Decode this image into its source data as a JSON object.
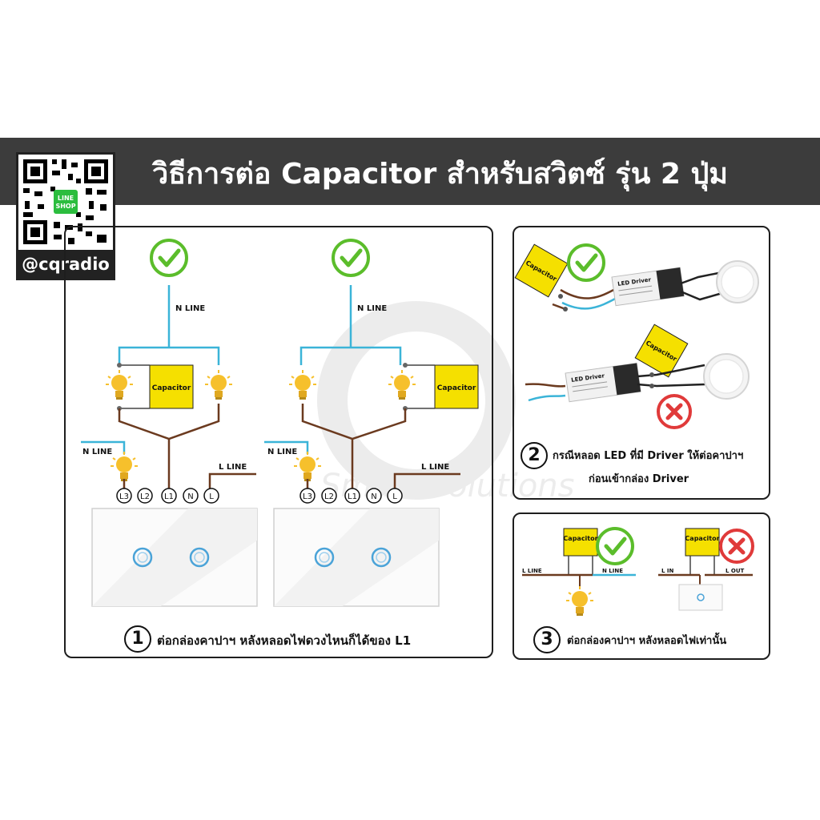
{
  "header": {
    "title": "วิธีการต่อ Capacitor สำหรับสวิตซ์ รุ่น 2 ปุ่ม",
    "handle": "@cqradio",
    "qr_badge_line1": "LINE",
    "qr_badge_line2": "SHOP"
  },
  "watermark": {
    "text": "Smart Solutions"
  },
  "panel1": {
    "number": "1",
    "caption": "ต่อกล่องคาปาฯ หลังหลอดไฟดวงไหนก็ได้ของ L1",
    "diagram_a": {
      "n_line": "N LINE",
      "capacitor": "Capacitor",
      "n_line_side": "N LINE",
      "l_line": "L LINE",
      "terminals": [
        "L3",
        "L2",
        "L1",
        "N",
        "L"
      ]
    },
    "diagram_b": {
      "n_line": "N LINE",
      "capacitor": "Capacitor",
      "n_line_side": "N LINE",
      "l_line": "L LINE",
      "terminals": [
        "L3",
        "L2",
        "L1",
        "N",
        "L"
      ]
    }
  },
  "panel2": {
    "number": "2",
    "caption_line1": "กรณีหลอด LED ที่มี Driver ให้ต่อคาปาฯ",
    "caption_line2": "ก่อนเข้ากล่อง Driver",
    "capacitor_top": "Capacitor",
    "capacitor_bottom": "Capacitor",
    "driver_label": "LED Driver"
  },
  "panel3": {
    "number": "3",
    "caption": "ต่อกล่องคาปาฯ หลังหลอดไฟเท่านั้น",
    "left": {
      "capacitor": "Capacitor",
      "l_line": "L LINE",
      "n_line": "N LINE"
    },
    "right": {
      "capacitor": "Capacitor",
      "l_in": "L IN",
      "l_out": "L OUT"
    }
  },
  "colors": {
    "header_bg": "#3c3c3c",
    "capacitor_yellow": "#f5e000",
    "wire_blue": "#3bb4d8",
    "wire_brown": "#6b3a1f",
    "check_green": "#5bbd2b",
    "cross_red": "#e03a3a",
    "bulb_yellow": "#f6c02c"
  }
}
